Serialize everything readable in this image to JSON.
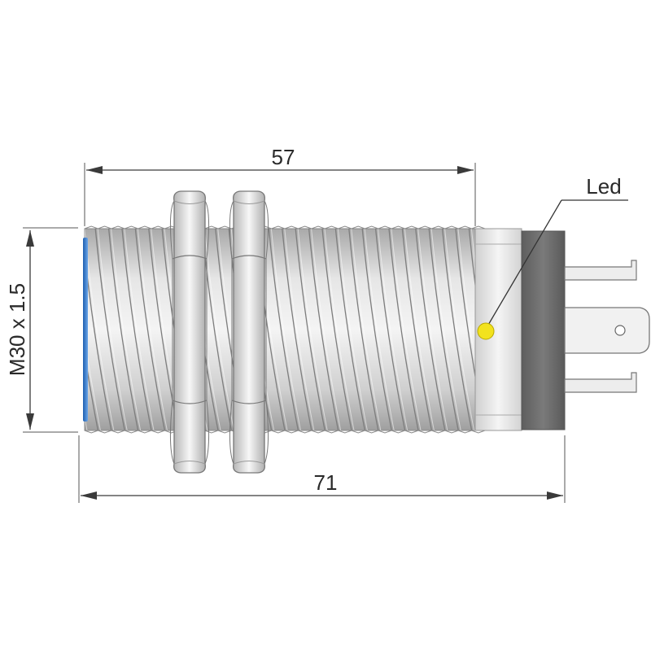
{
  "dimensions": {
    "length_57": "57",
    "length_71": "71",
    "thread": "M30 x 1.5"
  },
  "callout": {
    "led_label": "Led"
  },
  "colors": {
    "thread_body": "#c9c9c9",
    "thread_line": "#7a7a7a",
    "face_accent": "#3b7fd0",
    "led": "#f2e21e",
    "cable_plug": "#6e6e6e",
    "collar": "#e8e8e8"
  },
  "icons": [
    "led-indicator-icon",
    "spade-connector-icon"
  ]
}
